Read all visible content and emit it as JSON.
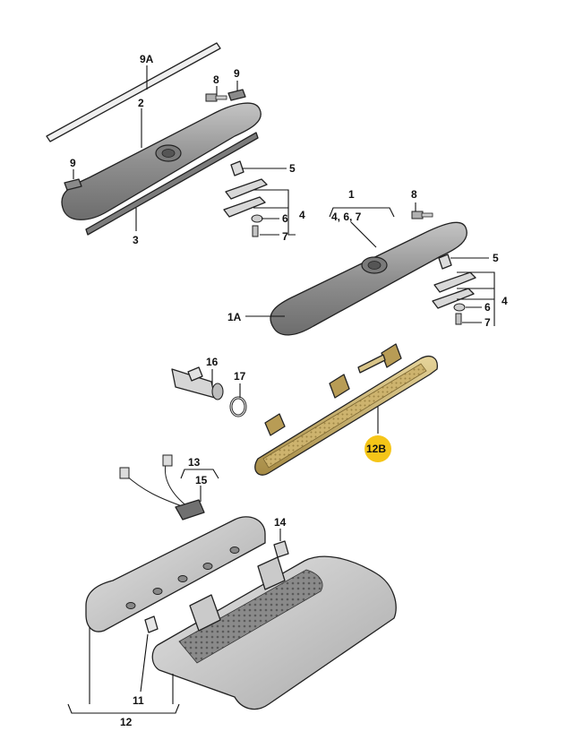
{
  "diagram": {
    "labels": {
      "l9A": "9A",
      "l8a": "8",
      "l9a": "9",
      "l2": "2",
      "l9b": "9",
      "l3": "3",
      "l5a": "5",
      "l4a": "4",
      "l6a": "6",
      "l7a": "7",
      "l1": "1",
      "l467": "4, 6, 7",
      "l8b": "8",
      "l5b": "5",
      "l1A": "1A",
      "l4b": "4",
      "l6b": "6",
      "l7b": "7",
      "l16": "16",
      "l17": "17",
      "l12B": "12B",
      "l13": "13",
      "l15": "15",
      "l14": "14",
      "l11": "11",
      "l12": "12"
    },
    "colors": {
      "housing": "#d2d2d2",
      "trim": "#9a9a9a",
      "led_strip": "#c8b070",
      "highlight": "#f5c518"
    }
  }
}
